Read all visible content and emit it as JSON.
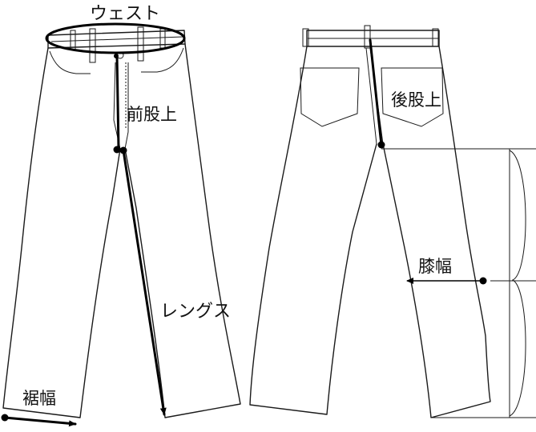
{
  "labels": {
    "waist": "ウェスト",
    "front_rise": "前股上",
    "back_rise": "後股上",
    "inseam": "レングス",
    "knee_width": "膝幅",
    "hem_width": "裾幅"
  }
}
